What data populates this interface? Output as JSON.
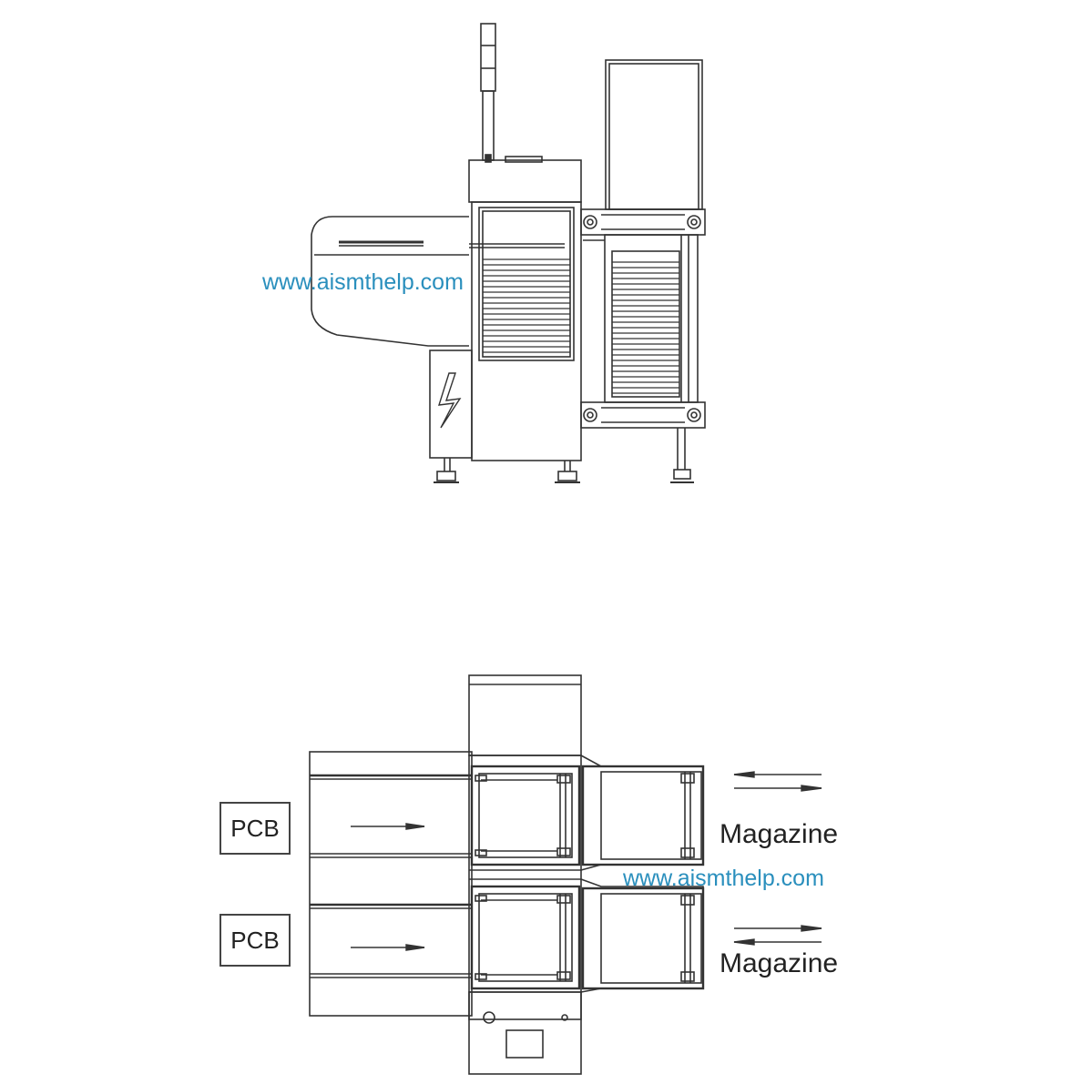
{
  "watermarks": [
    "www.aismthelp.com",
    "www.aismthelp.com"
  ],
  "labels": {
    "pcb_upper": "PCB",
    "pcb_lower": "PCB",
    "magazine_upper": "Magazine",
    "magazine_lower": "Magazine"
  },
  "colors": {
    "line": "#333333",
    "watermark": "#2a8fbd",
    "background": "#ffffff"
  }
}
